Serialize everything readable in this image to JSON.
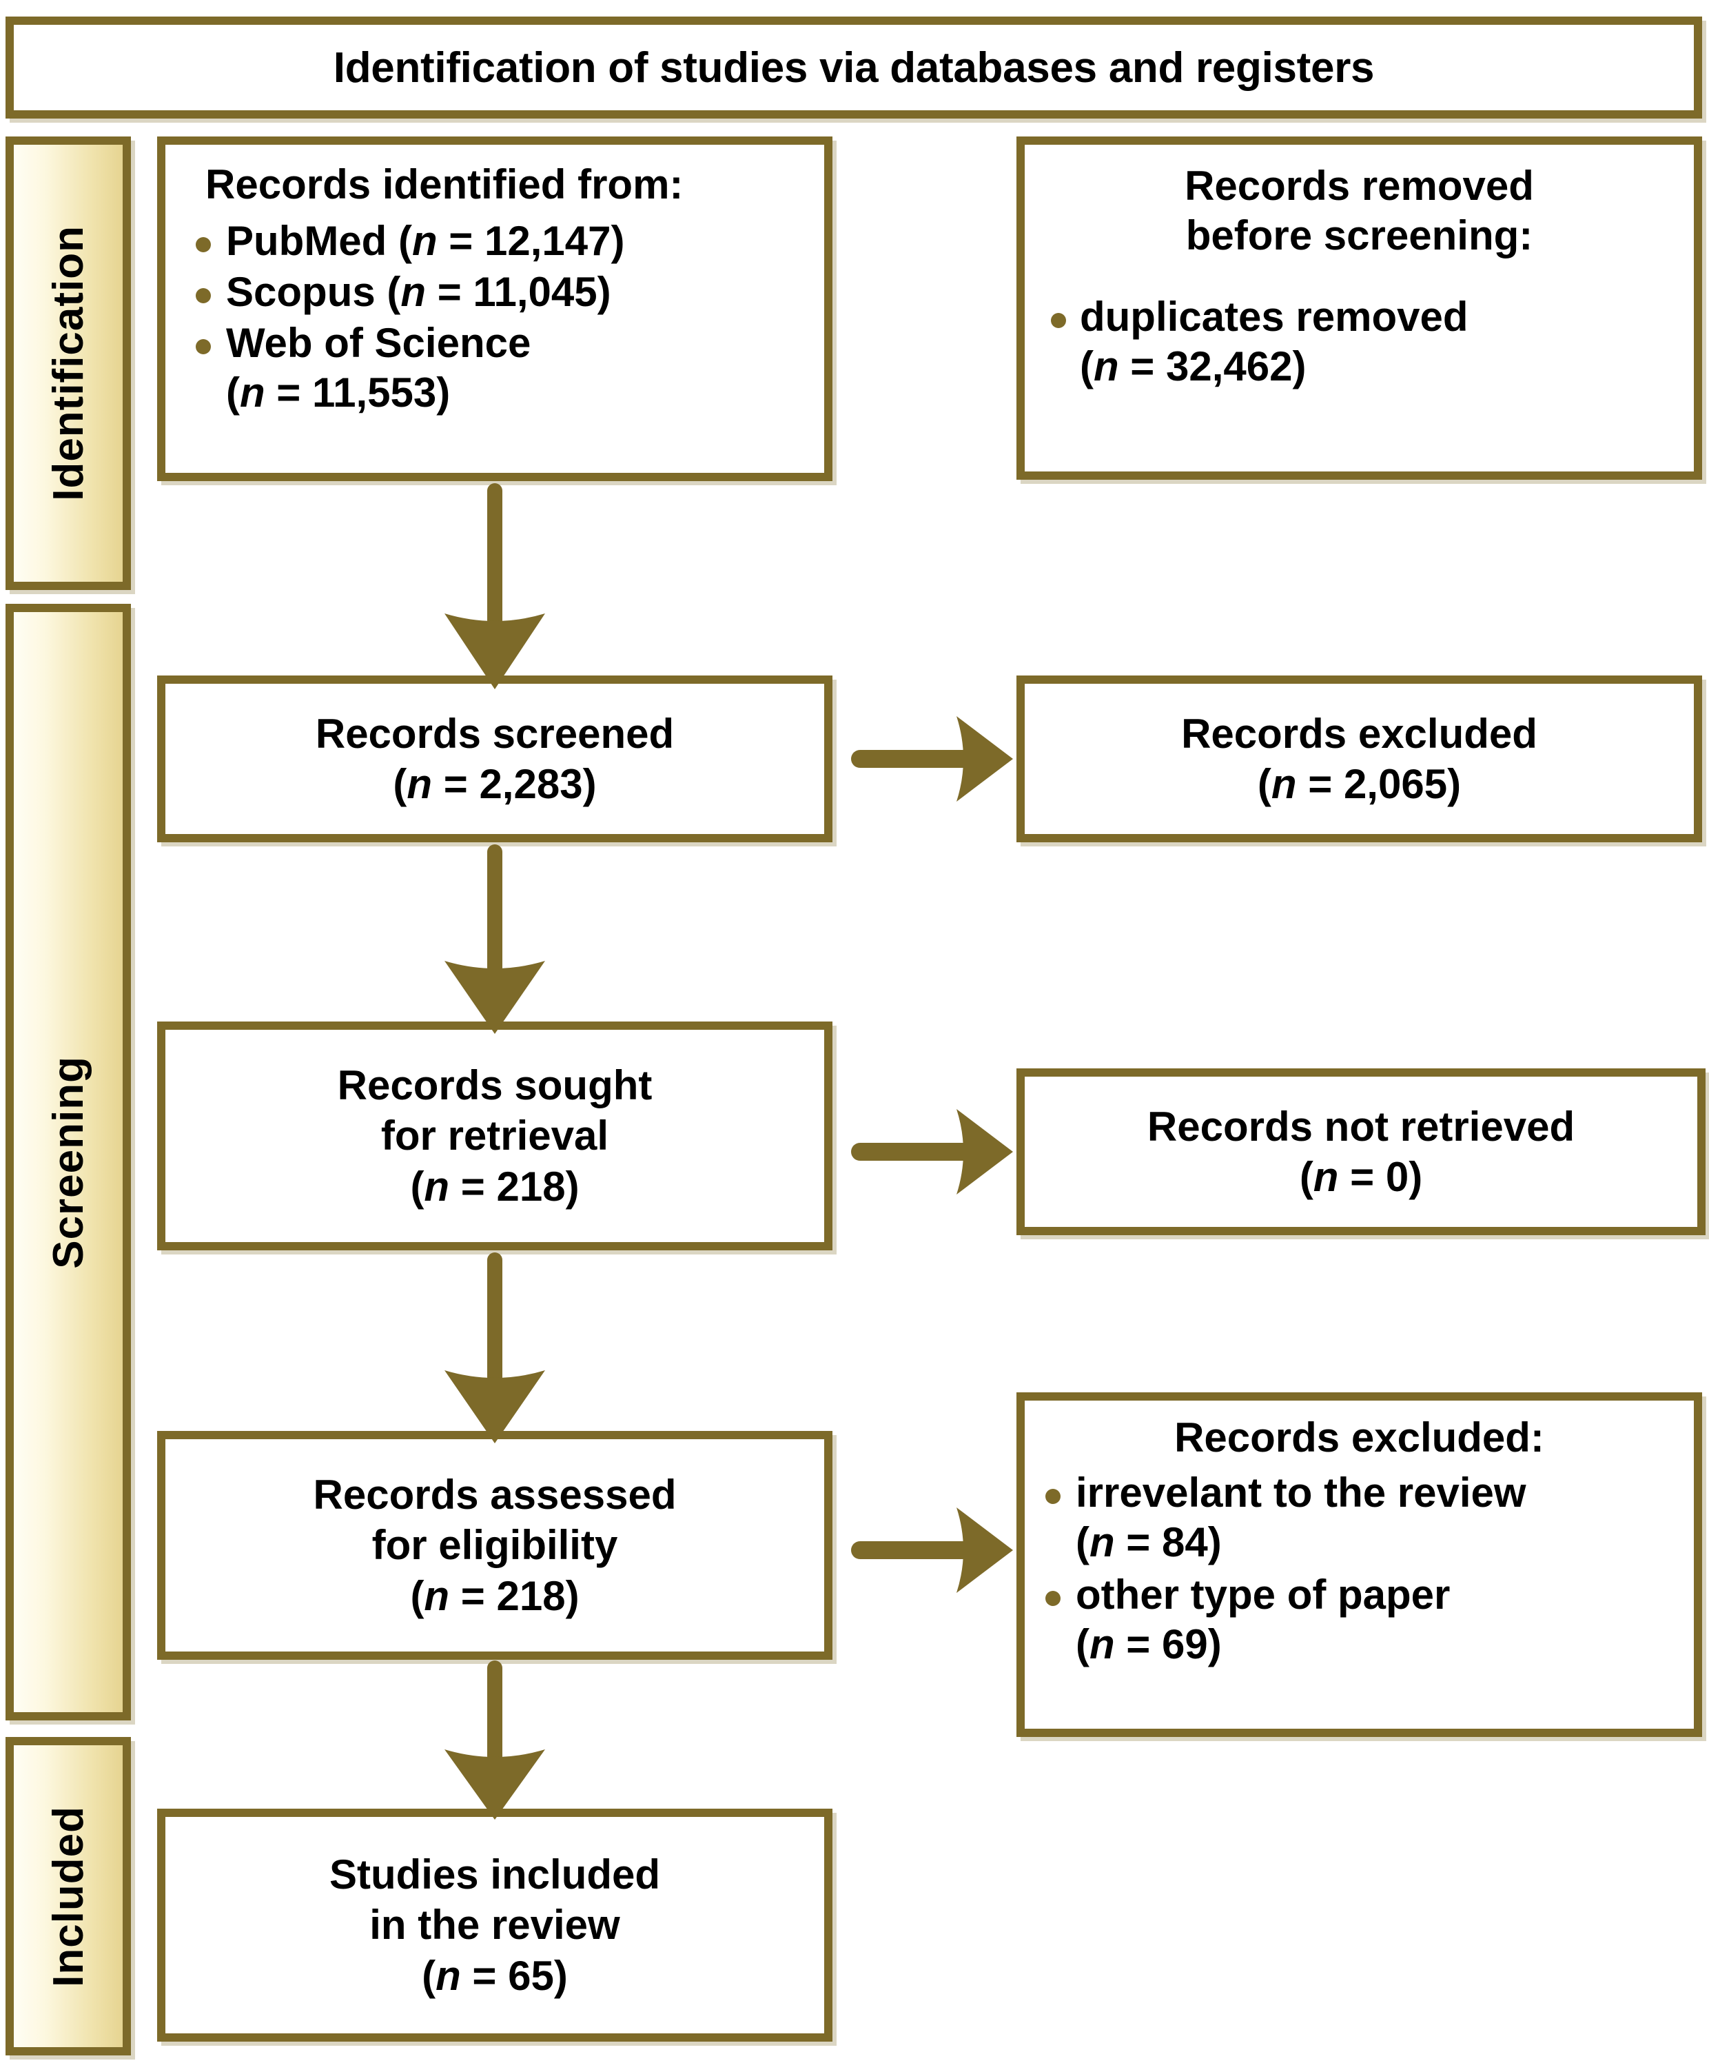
{
  "title": "Identification of studies via databases and registers",
  "stages": [
    {
      "key": "identification",
      "label": "Identification"
    },
    {
      "key": "screening",
      "label": "Screening"
    },
    {
      "key": "included",
      "label": "Included"
    }
  ],
  "boxes": {
    "identified": {
      "heading": "Records identified from:",
      "items": [
        {
          "source": "PubMed",
          "n_text": "(n = 12,147)"
        },
        {
          "source": "Scopus",
          "n_text": "(n = 11,045)"
        },
        {
          "source": "Web of Science",
          "n_text": "(n = 11,553)"
        }
      ]
    },
    "removed": {
      "heading_line1": "Records removed",
      "heading_line2": "before screening:",
      "items": [
        {
          "label": "duplicates removed",
          "n_text": "(n = 32,462)"
        }
      ]
    },
    "screened": {
      "line1": "Records screened",
      "n_text": "(n = 2,283)"
    },
    "excluded_screening": {
      "line1": "Records excluded",
      "n_text": "(n = 2,065)"
    },
    "sought": {
      "line1": "Records sought",
      "line2": "for retrieval",
      "n_text": "(n = 218)"
    },
    "not_retrieved": {
      "line1": "Records not retrieved",
      "n_text": "(n = 0)"
    },
    "assessed": {
      "line1": "Records assessed",
      "line2": "for eligibility",
      "n_text": "(n = 218)"
    },
    "excluded_eligibility": {
      "heading": "Records excluded:",
      "items": [
        {
          "label": "irrevelant to the review",
          "n_text": "(n = 84)"
        },
        {
          "label": "other type of paper",
          "n_text": "(n = 69)"
        }
      ]
    },
    "included_studies": {
      "line1": "Studies included",
      "line2": "in the review",
      "n_text": "(n = 65)"
    }
  },
  "n_symbol": "n",
  "colors": {
    "gold_border": "#7d6a29",
    "bar_gradient_light": "#fffdf4",
    "bar_gradient_dark": "#e6d491",
    "bullet": "#7d6a29",
    "text": "#000000",
    "background": "#ffffff"
  },
  "chart_data": {
    "type": "diagram",
    "diagram_kind": "PRISMA flow diagram",
    "title": "Identification of studies via databases and registers",
    "nodes": [
      {
        "id": "identified",
        "stage": "Identification",
        "column": "left",
        "label": "Records identified from:",
        "counts": {
          "PubMed": 12147,
          "Scopus": 11045,
          "Web of Science": 11553
        }
      },
      {
        "id": "removed",
        "stage": "Identification",
        "column": "right",
        "label": "Records removed before screening:",
        "counts": {
          "duplicates removed": 32462
        }
      },
      {
        "id": "screened",
        "stage": "Screening",
        "column": "left",
        "label": "Records screened",
        "n": 2283
      },
      {
        "id": "excluded_screening",
        "stage": "Screening",
        "column": "right",
        "label": "Records excluded",
        "n": 2065
      },
      {
        "id": "sought",
        "stage": "Screening",
        "column": "left",
        "label": "Records sought for retrieval",
        "n": 218
      },
      {
        "id": "not_retrieved",
        "stage": "Screening",
        "column": "right",
        "label": "Records not retrieved",
        "n": 0
      },
      {
        "id": "assessed",
        "stage": "Screening",
        "column": "left",
        "label": "Records assessed for eligibility",
        "n": 218
      },
      {
        "id": "excluded_eligibility",
        "stage": "Screening",
        "column": "right",
        "label": "Records excluded:",
        "counts": {
          "irrevelant to the review": 84,
          "other type of paper": 69
        }
      },
      {
        "id": "included_studies",
        "stage": "Included",
        "column": "left",
        "label": "Studies included in the review",
        "n": 65
      }
    ],
    "edges": [
      {
        "from": "identified",
        "to": "screened",
        "direction": "down"
      },
      {
        "from": "screened",
        "to": "excluded_screening",
        "direction": "right"
      },
      {
        "from": "screened",
        "to": "sought",
        "direction": "down"
      },
      {
        "from": "sought",
        "to": "not_retrieved",
        "direction": "right"
      },
      {
        "from": "sought",
        "to": "assessed",
        "direction": "down"
      },
      {
        "from": "assessed",
        "to": "excluded_eligibility",
        "direction": "right"
      },
      {
        "from": "assessed",
        "to": "included_studies",
        "direction": "down"
      }
    ]
  }
}
